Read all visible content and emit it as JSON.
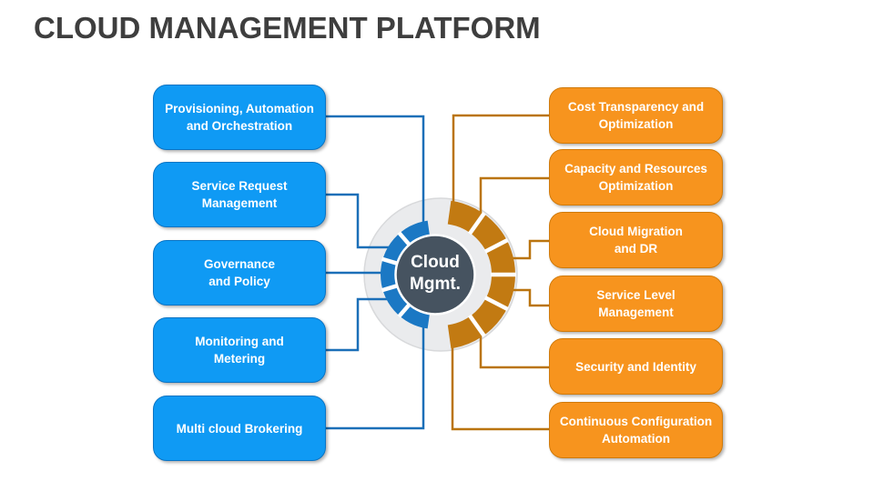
{
  "title": "CLOUD MANAGEMENT PLATFORM",
  "center_label": "Cloud\nMgmt.",
  "left_items": [
    "Provisioning, Automation\nand Orchestration",
    "Service Request\nManagement",
    "Governance\nand Policy",
    "Monitoring and\nMetering",
    "Multi cloud Brokering"
  ],
  "right_items": [
    "Cost Transparency and\nOptimization",
    "Capacity and Resources\nOptimization",
    "Cloud Migration\nand DR",
    "Service Level\nManagement",
    "Security and Identity",
    "Continuous Configuration\nAutomation"
  ],
  "colors": {
    "title_text": "#3e3e3e",
    "left_box_fill": "#0f9af4",
    "left_box_border": "#0b74c4",
    "right_box_fill": "#f7941e",
    "right_box_border": "#d07a0a",
    "left_line": "#1b6fb8",
    "right_line": "#ba740f",
    "ring_blue": "#1b78c4",
    "ring_orange": "#c27a12",
    "hub_fill": "#465360",
    "outer_ring_fill": "#eaebed",
    "outer_ring_border": "#d8d9db"
  }
}
